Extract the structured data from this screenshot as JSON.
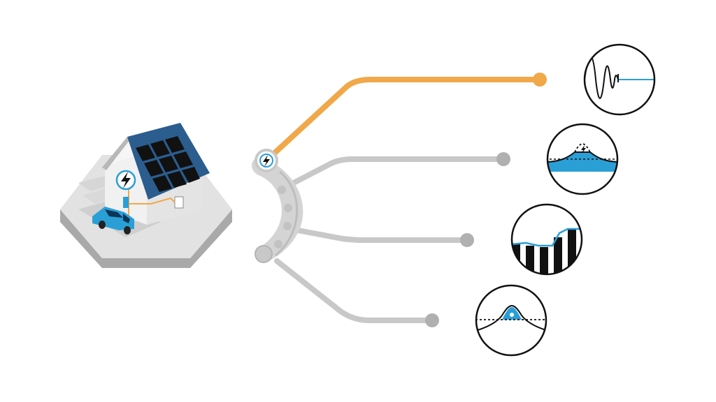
{
  "colors": {
    "background": "#ffffff",
    "orange": "#f0a848",
    "gray_line": "#c8c8c8",
    "gray_dot": "#b0b0b0",
    "blue": "#2a9fd6",
    "dark_blue": "#1f5f9a",
    "black": "#111111",
    "platform_top": "#e2e2e2",
    "platform_side": "#a9a9a9",
    "house_wall": "#eeeeee",
    "hub": "#d4d4d4"
  },
  "icons": {
    "house": "solar-house-icon",
    "car": "electric-car-icon",
    "hub": "charging-hub-icon",
    "lightning": "lightning-bolt-icon"
  },
  "branches": [
    {
      "id": "branch-1",
      "color": "orange",
      "active": true,
      "graph": "damped-oscillation-graph-icon"
    },
    {
      "id": "branch-2",
      "color": "gray",
      "active": false,
      "graph": "peak-shaving-graph-icon"
    },
    {
      "id": "branch-3",
      "color": "gray",
      "active": false,
      "graph": "bar-tariff-graph-icon"
    },
    {
      "id": "branch-4",
      "color": "gray",
      "active": false,
      "graph": "peak-revenue-graph-icon"
    }
  ]
}
